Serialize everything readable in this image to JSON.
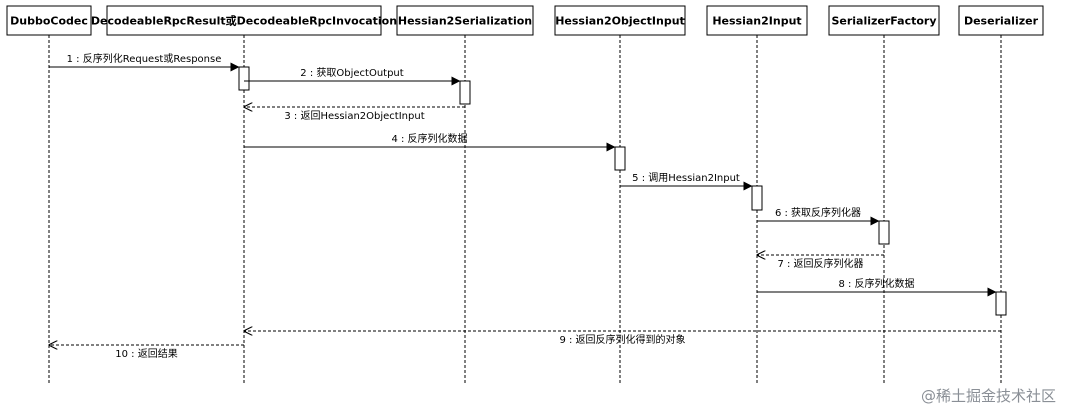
{
  "participants": [
    "DubboCodec",
    "DecodeableRpcResult或DecodeableRpcInvocation",
    "Hessian2Serialization",
    "Hessian2ObjectInput",
    "Hessian2Input",
    "SerializerFactory",
    "Deserializer"
  ],
  "messages": [
    {
      "label": "1 : 反序列化Request或Response",
      "from": 0,
      "to": 1,
      "kind": "call"
    },
    {
      "label": "2 : 获取ObjectOutput",
      "from": 1,
      "to": 2,
      "kind": "call"
    },
    {
      "label": "3 : 返回Hessian2ObjectInput",
      "from": 2,
      "to": 1,
      "kind": "return"
    },
    {
      "label": "4 : 反序列化数据",
      "from": 1,
      "to": 3,
      "kind": "call"
    },
    {
      "label": "5 : 调用Hessian2Input",
      "from": 3,
      "to": 4,
      "kind": "call"
    },
    {
      "label": "6 : 获取反序列化器",
      "from": 4,
      "to": 5,
      "kind": "call"
    },
    {
      "label": "7 : 返回反序列化器",
      "from": 5,
      "to": 4,
      "kind": "return"
    },
    {
      "label": "8 : 反序列化数据",
      "from": 4,
      "to": 6,
      "kind": "call"
    },
    {
      "label": "9 : 返回反序列化得到的对象",
      "from": 6,
      "to": 1,
      "kind": "return"
    },
    {
      "label": "10 : 返回结果",
      "from": 1,
      "to": 0,
      "kind": "return"
    }
  ],
  "watermark": "@稀土掘金技术社区"
}
